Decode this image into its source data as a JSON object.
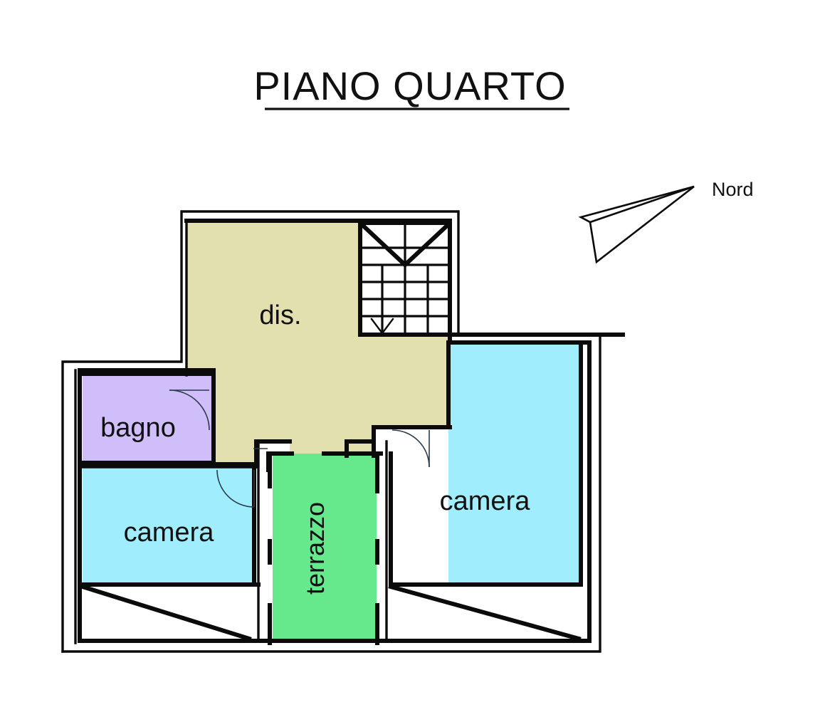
{
  "page": {
    "title": "PIANO QUARTO",
    "background_color": "#ffffff"
  },
  "compass": {
    "label": "Nord",
    "icon": "north-arrow-icon",
    "direction": "up-right"
  },
  "rooms": [
    {
      "key": "dis",
      "label": "dis.",
      "color": "#e2e0ae",
      "name": "corridor"
    },
    {
      "key": "bagno",
      "label": "bagno",
      "color": "#d0befb",
      "name": "bathroom"
    },
    {
      "key": "camera_sx",
      "label": "camera",
      "color": "#a0edfd",
      "name": "bedroom-left"
    },
    {
      "key": "camera_dx",
      "label": "camera",
      "color": "#a0edfd",
      "name": "bedroom-right"
    },
    {
      "key": "terrazzo",
      "label": "terrazzo",
      "color": "#66e88c",
      "name": "terrace"
    }
  ],
  "labels": {
    "dis": "dis.",
    "bagno": "bagno",
    "camera_left": "camera",
    "camera_right": "camera",
    "terrazzo": "terrazzo"
  },
  "colors": {
    "corridor_khaki": "#e2e0ae",
    "bathroom_purple": "#d0befb",
    "bedroom_cyan": "#a0edfd",
    "terrace_green": "#66e88c",
    "wall_black": "#0b0b0b",
    "paper_white": "#ffffff"
  },
  "features": {
    "staircase": "staircase-icon",
    "stair_direction_arrow": "down-arrow-icon",
    "roof_slope_left": "roof-slope-line",
    "roof_slope_right": "roof-slope-line",
    "door_swings": 4
  }
}
